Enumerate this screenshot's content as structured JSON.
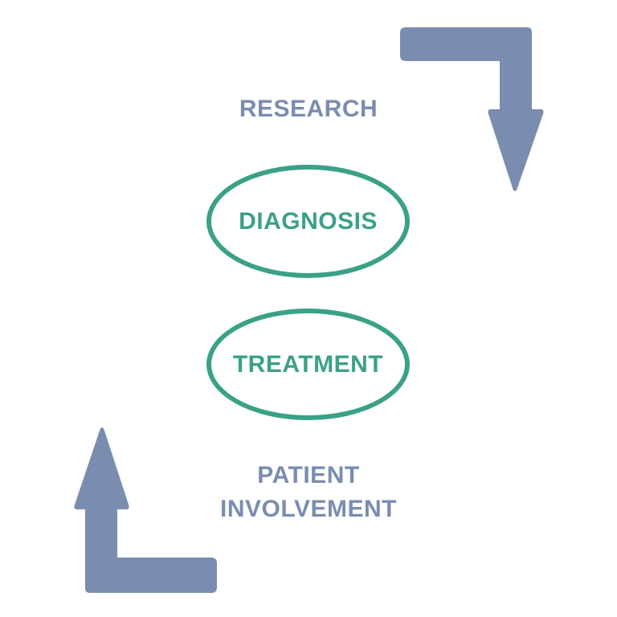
{
  "labels": {
    "research": "RESEARCH",
    "diagnosis": "DIAGNOSIS",
    "treatment": "TREATMENT",
    "patient_line1": "PATIENT",
    "patient_line2": "INVOLVEMENT"
  },
  "colors": {
    "arrow": "#7a8db0",
    "ellipse": "#3aa187",
    "text_blue": "#7a8db0",
    "text_green": "#3aa187",
    "background": "#ffffff"
  },
  "icons": {
    "top_arrow": "elbow-arrow-down-icon",
    "bottom_arrow": "elbow-arrow-up-icon"
  }
}
